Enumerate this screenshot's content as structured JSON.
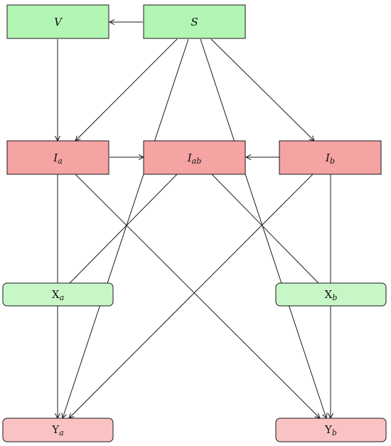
{
  "diagram": {
    "nodes": {
      "V": {
        "main": "V",
        "sub": ""
      },
      "S": {
        "main": "S",
        "sub": ""
      },
      "Ia": {
        "main": "I",
        "sub": "a"
      },
      "Iab": {
        "main": "I",
        "sub": "ab"
      },
      "Ib": {
        "main": "I",
        "sub": "b"
      },
      "Xa": {
        "main": "X",
        "sub": "a"
      },
      "Xb": {
        "main": "X",
        "sub": "b"
      },
      "Ya": {
        "main": "Y",
        "sub": "a"
      },
      "Yb": {
        "main": "Y",
        "sub": "b"
      }
    },
    "colors": {
      "susceptible_fill": "#b3f5b3",
      "infected_fill": "#f5a3a3",
      "x_fill": "#c7f7c7",
      "y_fill": "#fac3c3",
      "stroke": "#1a1a1a"
    }
  }
}
